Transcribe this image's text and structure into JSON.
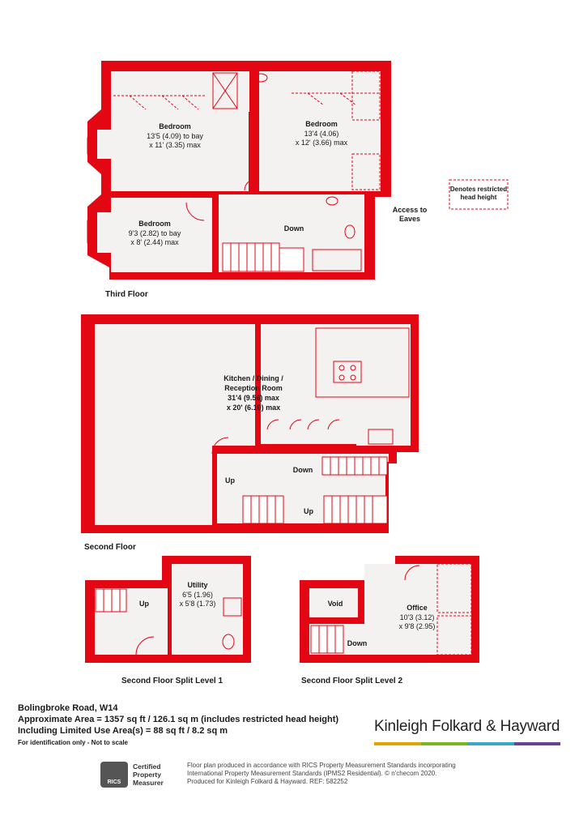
{
  "floors": {
    "third": {
      "label": "Third Floor",
      "rooms": {
        "bedroom1": {
          "name": "Bedroom",
          "dims": "13'5 (4.09) to bay",
          "dims2": "x 11' (3.35) max"
        },
        "bedroom2": {
          "name": "Bedroom",
          "dims": "13'4 (4.06)",
          "dims2": "x 12' (3.66) max"
        },
        "bedroom3": {
          "name": "Bedroom",
          "dims": "9'3 (2.82) to bay",
          "dims2": "x 8' (2.44) max"
        }
      },
      "down_label": "Down",
      "access_label": "Access to",
      "access_label2": "Eaves"
    },
    "second": {
      "label": "Second Floor",
      "kitchen": {
        "name1": "Kitchen / Dining /",
        "name2": "Reception Room",
        "dims": "31'4 (9.56) max",
        "dims2": "x 20' (6.10) max"
      },
      "down_label": "Down",
      "up_label_1": "Up",
      "up_label_2": "Up"
    },
    "split1": {
      "label": "Second Floor Split Level 1",
      "utility": {
        "name": "Utility",
        "dims": "6'5 (1.96)",
        "dims2": "x 5'8 (1.73)"
      },
      "up_label": "Up"
    },
    "split2": {
      "label": "Second Floor Split Level 2",
      "office": {
        "name": "Office",
        "dims": "10'3 (3.12)",
        "dims2": "x 9'8 (2.95)"
      },
      "void_label": "Void",
      "down_label": "Down"
    }
  },
  "legend": {
    "line1": "Denotes restricted",
    "line2": "head height"
  },
  "info": {
    "address": "Bolingbroke Road, W14",
    "area": "Approximate Area = 1357 sq ft / 126.1 sq m (includes restricted head height)",
    "limited": "Including Limited Use Area(s) = 88 sq ft / 8.2 sq m",
    "note": "For identification only - Not to scale"
  },
  "brand": {
    "name": "Kinleigh Folkard & Hayward",
    "bar_colors": [
      "#e2a400",
      "#7ab51d",
      "#3aa7c9",
      "#6c3f99"
    ]
  },
  "rics": {
    "logo_text": "RICS",
    "line1": "Certified",
    "line2": "Property",
    "line3": "Measurer"
  },
  "footer": {
    "line1": "Floor plan produced in accordance with RICS Property Measurement Standards incorporating",
    "line2": "International Property Measurement Standards (IPMS2 Residential). © n'checom 2020.",
    "line3": "Produced for Kinleigh Folkard & Hayward.   REF: 582252"
  },
  "colors": {
    "wall": "#e30613",
    "floor": "#f4f1f1"
  }
}
